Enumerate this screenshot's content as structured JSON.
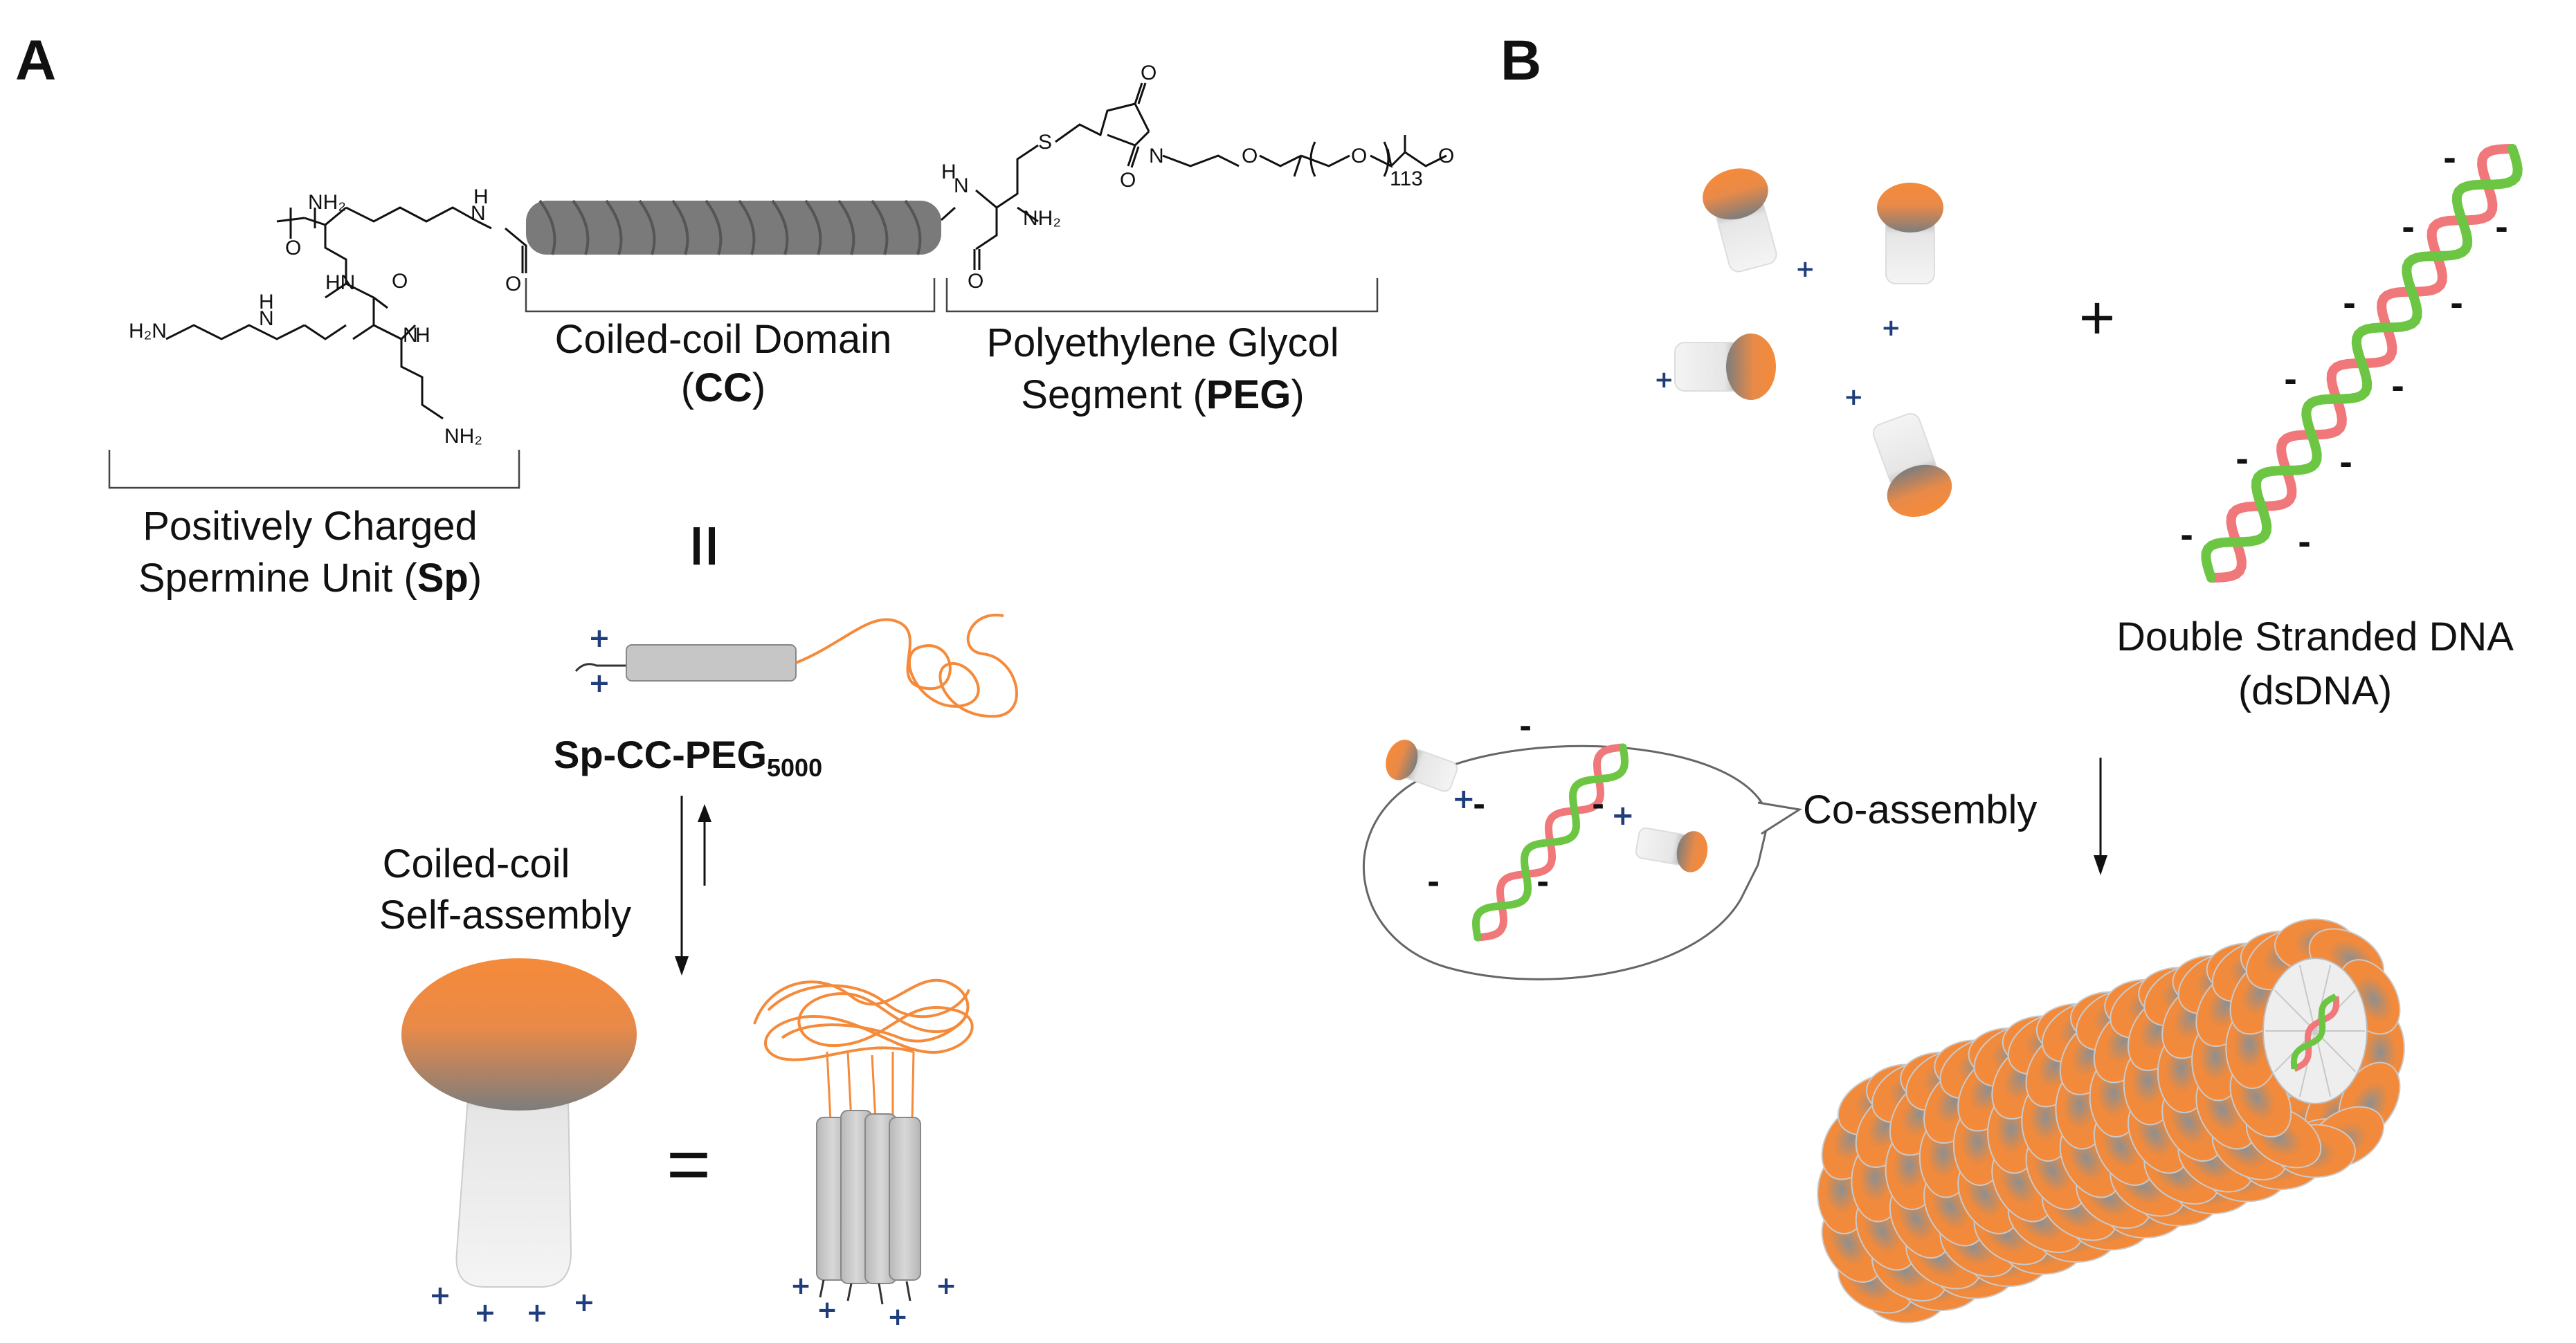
{
  "panels": {
    "a": "A",
    "b": "B"
  },
  "chem_atoms": {
    "nh2_top": "NH₂",
    "o_amide": "O",
    "hn": "HN",
    "o_left": "O",
    "h2n": "H₂N",
    "h1": "H",
    "n1": "N",
    "h_nh": "H",
    "n_nh": "N",
    "nh2_bottom": "NH₂",
    "n_h_left": "N",
    "h_left": "H",
    "o_cc": "O",
    "n_right_h": "H",
    "n_right": "N",
    "o_right": "O",
    "nh2_right": "NH₂",
    "s": "S",
    "o_succ_top": "O",
    "o_succ_bottom": "O",
    "n_succ": "N",
    "o_peg1": "O",
    "o_peg2": "O",
    "o_peg3": "O",
    "peg_n": "113"
  },
  "labels": {
    "cc_line1": "Coiled-coil Domain",
    "cc_line2_pre": "(",
    "cc_line2_bold": "CC",
    "cc_line2_post": ")",
    "peg_line1": "Polyethylene Glycol",
    "peg_line2_pre": "Segment (",
    "peg_line2_bold": "PEG",
    "peg_line2_post": ")",
    "sp_line1": "Positively Charged",
    "sp_line2_pre": "Spermine Unit (",
    "sp_line2_bold": "Sp",
    "sp_line2_post": ")",
    "equals_rot": "=",
    "compound": "Sp-CC-PEG",
    "compound_sub": "5000",
    "selfassembly_1": "Coiled-coil",
    "selfassembly_2": "Self-assembly",
    "equals": "=",
    "plus_big": "+",
    "dsdna_1": "Double Stranded DNA",
    "dsdna_2": "(dsDNA)",
    "coassembly": "Co-assembly"
  },
  "charges": {
    "plus": "+",
    "minus": "-"
  },
  "colors": {
    "orange": "#f58a3a",
    "grey": "#8a8a8a",
    "green": "#6cc644",
    "pink": "#f0787a",
    "navy": "#1f3d7a"
  }
}
